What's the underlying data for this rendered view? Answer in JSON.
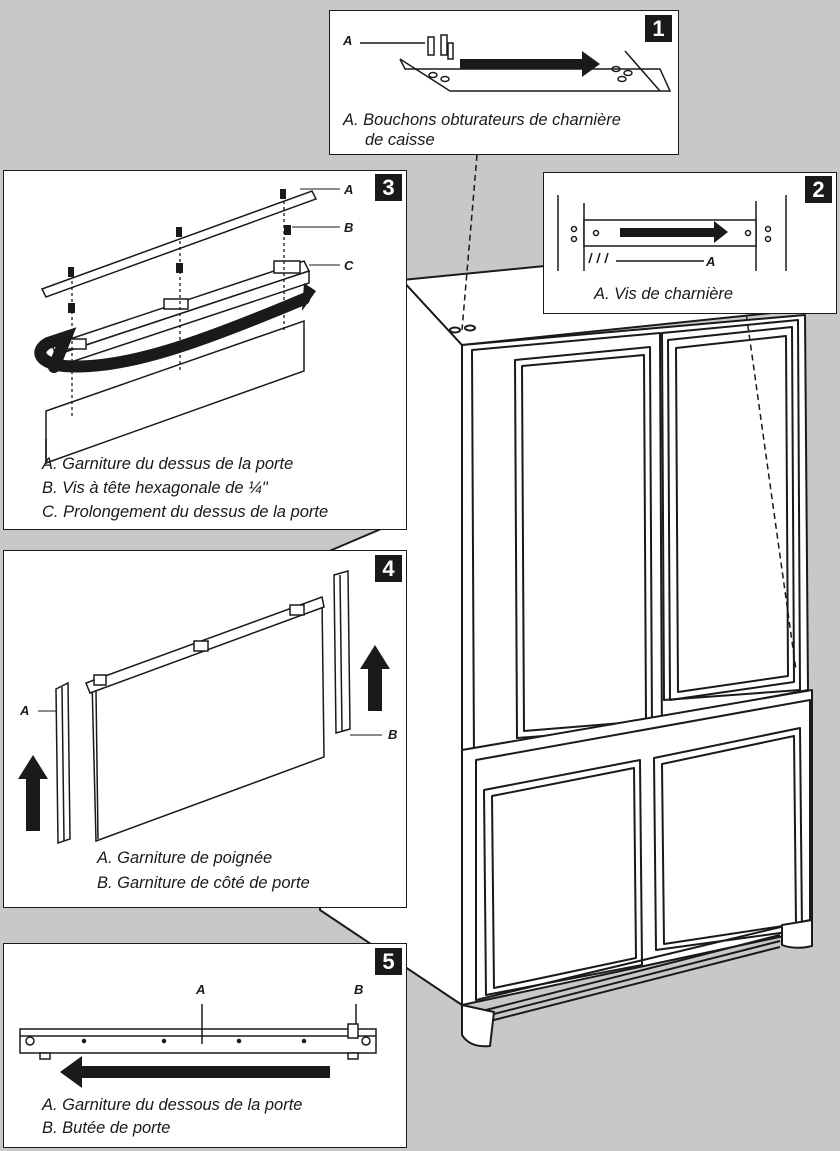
{
  "steps": [
    {
      "number": "1",
      "callouts": {
        "a": "A"
      },
      "captions": [
        "A. Bouchons obturateurs de charnière",
        "de caisse"
      ]
    },
    {
      "number": "2",
      "callouts": {
        "a": "A"
      },
      "captions": [
        "A. Vis de charnière"
      ]
    },
    {
      "number": "3",
      "callouts": {
        "a": "A",
        "b": "B",
        "c": "C"
      },
      "captions": [
        "A. Garniture du dessus de la porte",
        "B. Vis à tête hexagonale de ¼\"",
        "C. Prolongement du dessus de la porte"
      ]
    },
    {
      "number": "4",
      "callouts": {
        "a": "A",
        "b": "B"
      },
      "captions": [
        "A. Garniture de poignée",
        "B. Garniture de côté de porte"
      ]
    },
    {
      "number": "5",
      "callouts": {
        "a": "A",
        "b": "B"
      },
      "captions": [
        "A. Garniture du dessous de la porte",
        "B. Butée de porte"
      ]
    }
  ],
  "colors": {
    "background": "#c8c8c8",
    "panel": "#ffffff",
    "ink": "#1a1a1a"
  }
}
